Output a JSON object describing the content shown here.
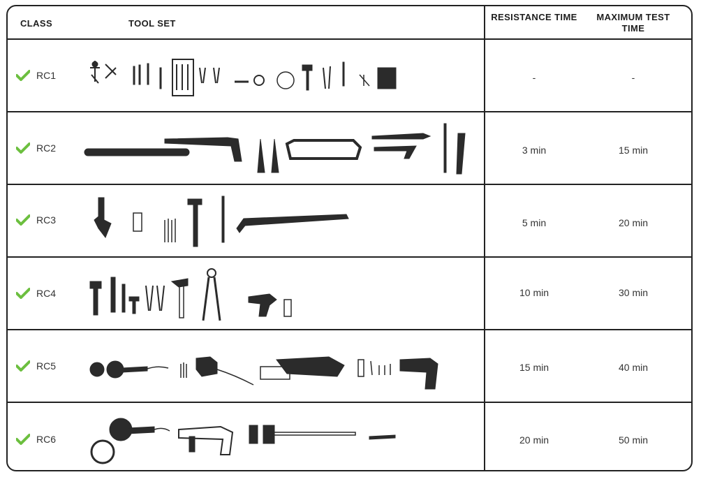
{
  "header": {
    "class": "CLASS",
    "tool_set": "TOOL SET",
    "resistance_time": "RESISTANCE TIME",
    "maximum_test_time": "MAXIMUM TEST TIME"
  },
  "rows": [
    {
      "class": "RC1",
      "resistance_time": "-",
      "maximum_test_time": "-"
    },
    {
      "class": "RC2",
      "resistance_time": "3 min",
      "maximum_test_time": "15 min"
    },
    {
      "class": "RC3",
      "resistance_time": "5 min",
      "maximum_test_time": "20 min"
    },
    {
      "class": "RC4",
      "resistance_time": "10 min",
      "maximum_test_time": "30 min"
    },
    {
      "class": "RC5",
      "resistance_time": "15 min",
      "maximum_test_time": "40 min"
    },
    {
      "class": "RC6",
      "resistance_time": "20 min",
      "maximum_test_time": "50 min"
    }
  ],
  "colors": {
    "check": "#6cbf3f",
    "border": "#222222",
    "tool": "#2b2b2b"
  },
  "icons": {
    "check": "check-icon",
    "tools": "tool-set-illustration"
  }
}
